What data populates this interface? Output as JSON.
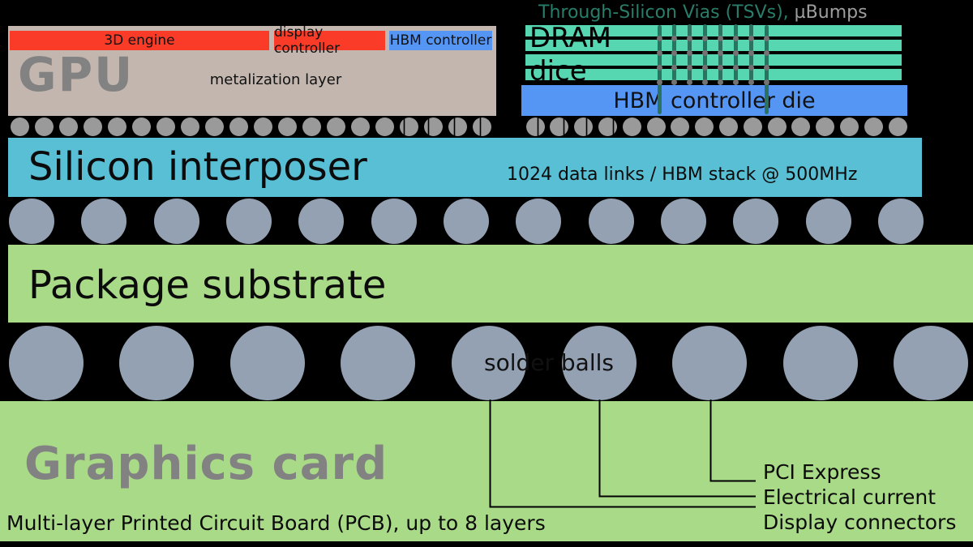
{
  "diagram": {
    "gpu": {
      "label": "GPU",
      "metalization": "metalization layer",
      "blocks": [
        {
          "label": "3D engine"
        },
        {
          "label": "display controller"
        },
        {
          "label": "HBM controller"
        }
      ]
    },
    "hbm": {
      "tsv_title": "Through-Silicon Vias (TSVs),",
      "ubumps_title": " µBumps",
      "dram_word": "DRAM",
      "dice_word": "dice",
      "die_label": "HBM controller die"
    },
    "interposer": {
      "label": "Silicon interposer",
      "links_label": "1024 data links / HBM stack @ 500MHz"
    },
    "substrate": {
      "label": "Package substrate"
    },
    "solder_label": "solder balls",
    "card": {
      "label": "Graphics card",
      "pcb_label": "Multi-layer Printed Circuit Board (PCB), up to 8 layers",
      "annotations": [
        "PCI Express",
        "Electrical current",
        "Display connectors"
      ]
    }
  },
  "colors": {
    "red": "#f93b28",
    "blue": "#5596f5",
    "dram_green": "#57d6b2",
    "tsv_teal": "#2b7261",
    "title_teal": "#2a7d6a",
    "title_gray": "#9e9e9e",
    "interposer": "#59bfd4",
    "board_green": "#a9da88",
    "bump_gray": "#9a9a9a",
    "ball_slate": "#94a1b3",
    "die_tan": "#c2b6af",
    "heading_gray": "#828282",
    "dot_gray": "#737373"
  },
  "decor": {
    "tsv_columns": 8,
    "dram_bars": 4,
    "gpu_ubumps": 20,
    "hbm_ubumps": 16,
    "interposer_bumps": 13,
    "solder_balls": 9
  }
}
